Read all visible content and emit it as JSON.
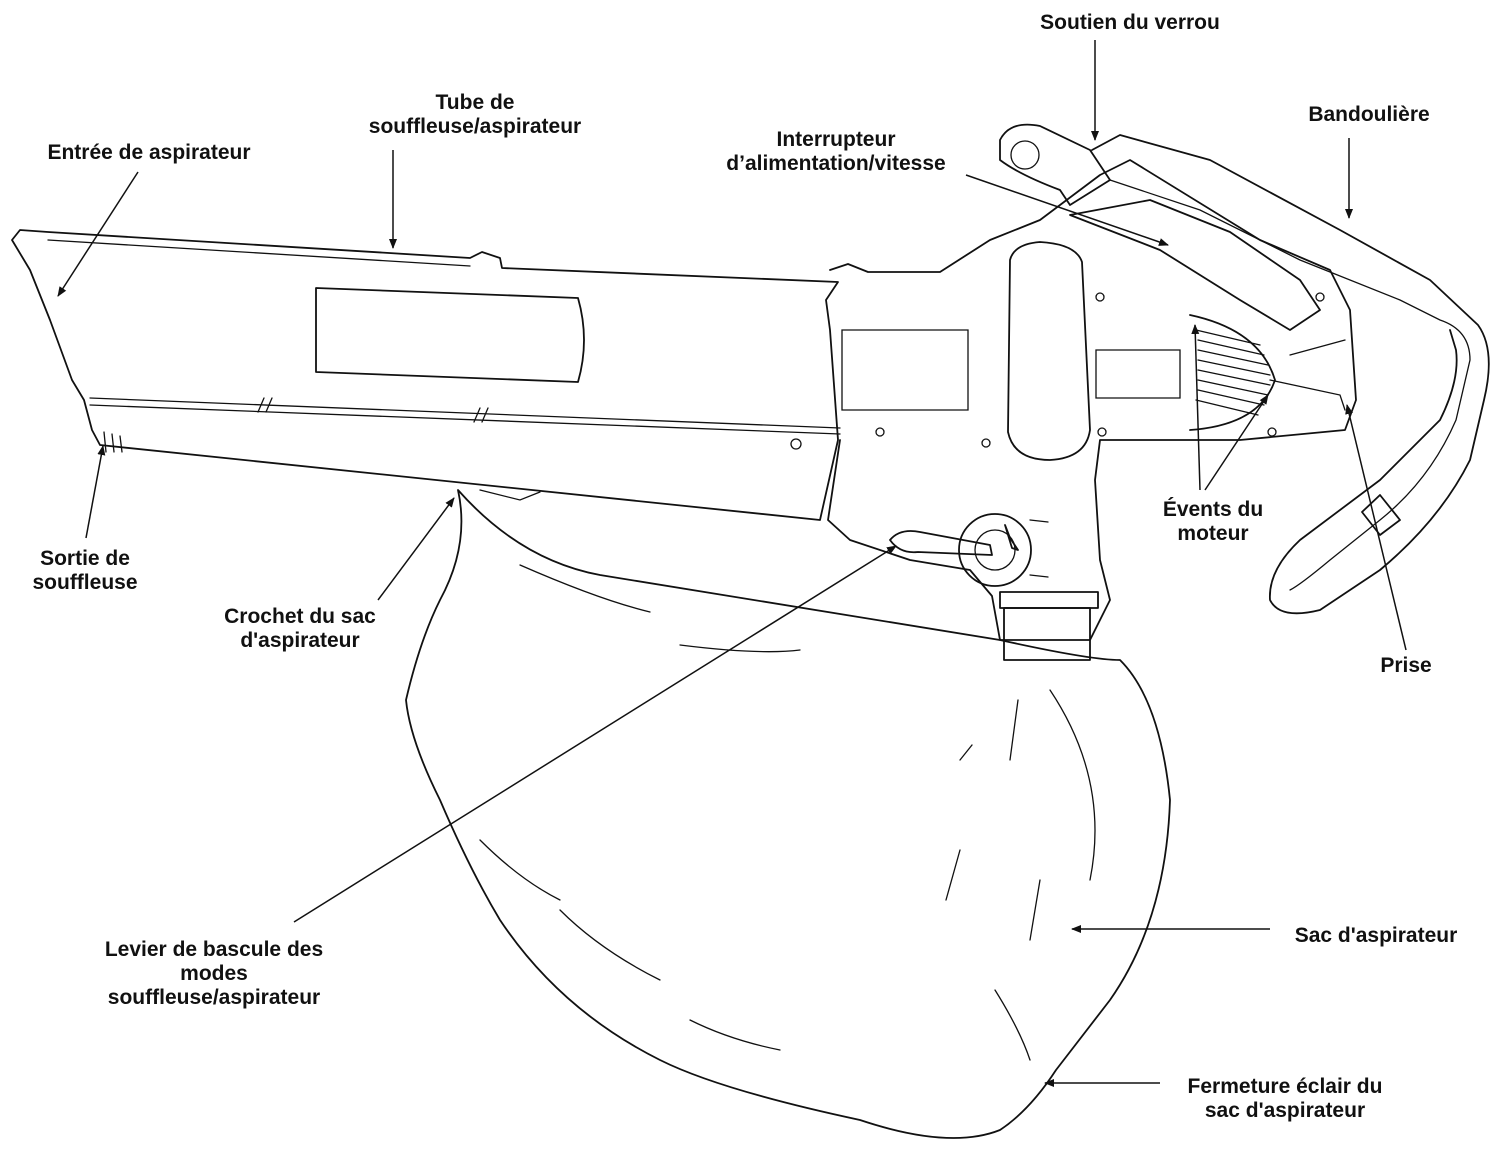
{
  "labels": {
    "soutien_verrou": "Soutien du verrou",
    "tube_line1": "Tube de",
    "tube_line2": "souffleuse/aspirateur",
    "bandouliere": "Bandoulière",
    "entree": "Entrée de aspirateur",
    "interrupteur_line1": "Interrupteur",
    "interrupteur_line2": "d’alimentation/vitesse",
    "events_line1": "Évents du",
    "events_line2": "moteur",
    "sortie_line1": "Sortie de",
    "sortie_line2": "souffleuse",
    "crochet_line1": "Crochet du sac",
    "crochet_line2": "d'aspirateur",
    "prise": "Prise",
    "levier_line1": "Levier de bascule des",
    "levier_line2": "modes",
    "levier_line3": "souffleuse/aspirateur",
    "sac": "Sac d'aspirateur",
    "fermeture_line1": "Fermeture éclair du",
    "fermeture_line2": "sac d'aspirateur"
  }
}
